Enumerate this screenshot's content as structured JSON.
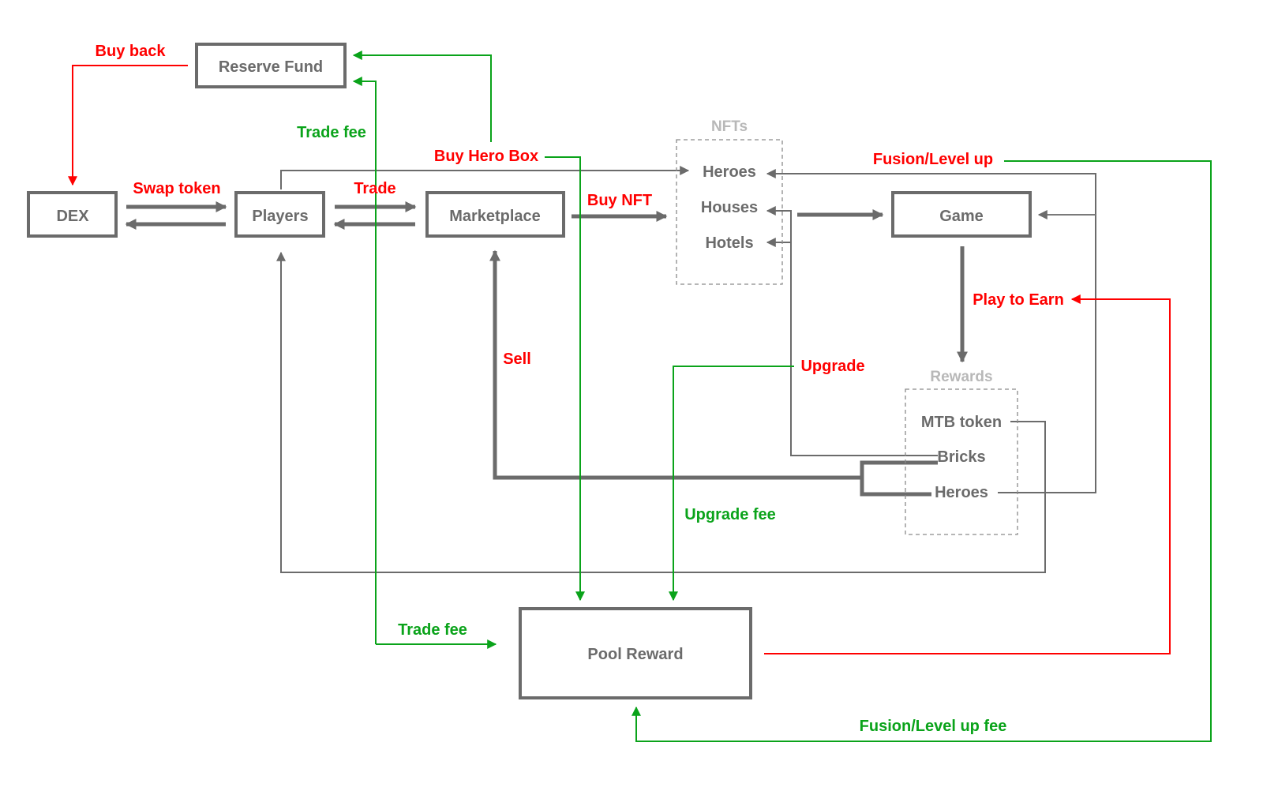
{
  "diagram": {
    "colors": {
      "box_stroke": "#6b6b6b",
      "text_gray": "#6b6b6b",
      "group_title": "#b8b8b8",
      "red": "#ff0000",
      "green": "#0aa31a"
    },
    "boxes": {
      "reserve_fund": "Reserve Fund",
      "dex": "DEX",
      "players": "Players",
      "marketplace": "Marketplace",
      "game": "Game",
      "pool_reward": "Pool Reward"
    },
    "groups": {
      "nfts": {
        "title": "NFTs",
        "items": [
          "Heroes",
          "Houses",
          "Hotels"
        ]
      },
      "rewards": {
        "title": "Rewards",
        "items": [
          "MTB token",
          "Bricks",
          "Heroes"
        ]
      }
    },
    "flow_labels": {
      "buy_back": "Buy back",
      "swap_token": "Swap token",
      "trade": "Trade",
      "trade_fee_top": "Trade fee",
      "buy_hero_box": "Buy Hero Box",
      "buy_nft": "Buy NFT",
      "fusion_level_up": "Fusion/Level up",
      "play_to_earn": "Play to Earn",
      "sell": "Sell",
      "upgrade": "Upgrade",
      "upgrade_fee": "Upgrade fee",
      "trade_fee_bottom": "Trade fee",
      "fusion_level_up_fee": "Fusion/Level up fee"
    }
  }
}
